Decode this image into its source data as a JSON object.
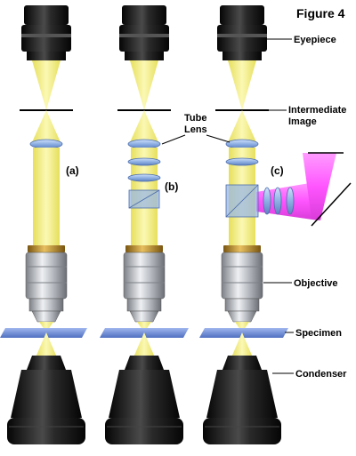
{
  "figure": {
    "title": "Figure 4",
    "labels": {
      "eyepiece": "Eyepiece",
      "intermediate_image_line1": "Intermediate",
      "intermediate_image_line2": "Image",
      "tube_lens_line1": "Tube",
      "tube_lens_line2": "Lens",
      "objective": "Objective",
      "specimen": "Specimen",
      "condenser": "Condenser"
    },
    "configurations": [
      {
        "tag": "(a)"
      },
      {
        "tag": "(b)"
      },
      {
        "tag": "(c)"
      }
    ]
  },
  "colors": {
    "light_beam": "#f4f089",
    "light_beam_edge": "#c9c34a",
    "fluorescence_beam": "#ff66ff",
    "lens_blue": "#9ab8e6",
    "objective_silver": "#c0c3c8",
    "objective_gold": "#c89a2e",
    "body_black": "#1a1a1a",
    "specimen_slide": "#6f8fd6"
  }
}
